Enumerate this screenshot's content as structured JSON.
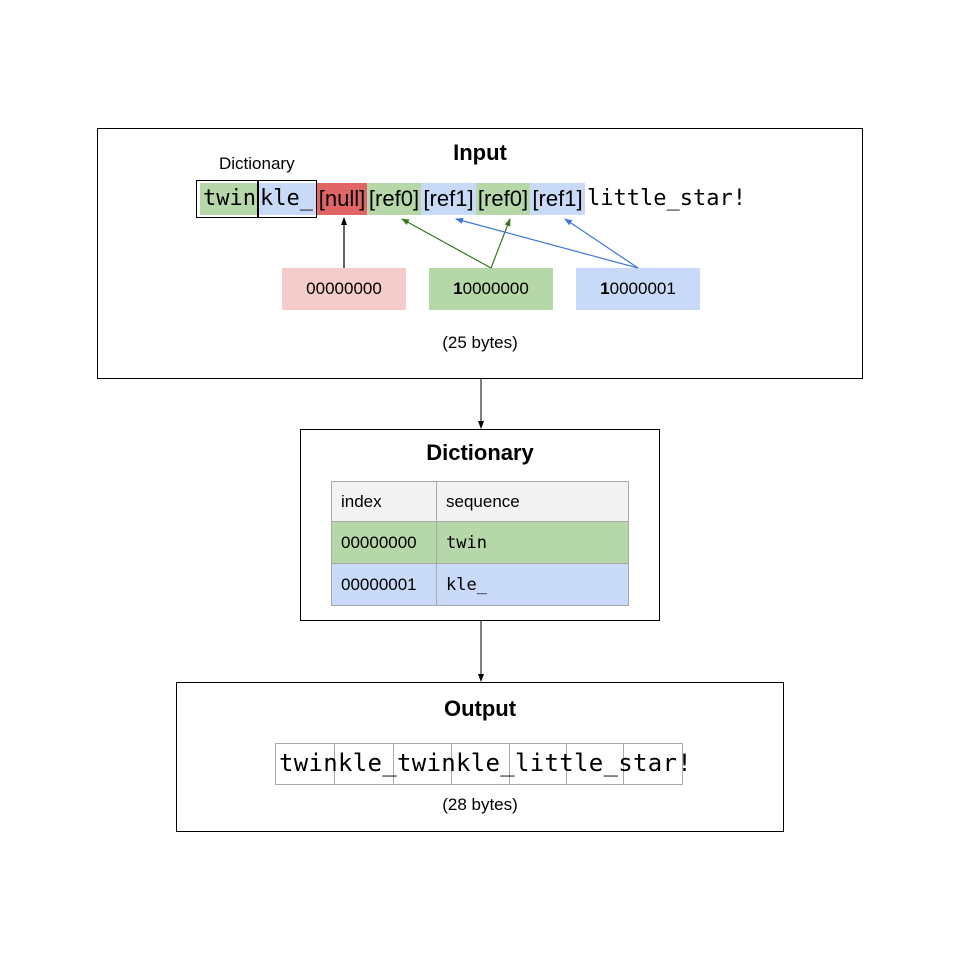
{
  "input": {
    "title": "Input",
    "dictionary_label": "Dictionary",
    "segments": {
      "twin": "twin",
      "kle": "kle_",
      "null": "[null]",
      "ref0_a": "[ref0]",
      "ref1_a": "[ref1]",
      "ref0_b": "[ref0]",
      "ref1_b": "[ref1]",
      "tail": "little_star!"
    },
    "codes": [
      {
        "bold": "",
        "rest": "00000000"
      },
      {
        "bold": "1",
        "rest": "0000000"
      },
      {
        "bold": "1",
        "rest": "0000001"
      }
    ],
    "size": "(25 bytes)"
  },
  "dictionary": {
    "title": "Dictionary",
    "headers": {
      "index": "index",
      "sequence": "sequence"
    },
    "rows": [
      {
        "index": "00000000",
        "sequence": "twin"
      },
      {
        "index": "00000001",
        "sequence": "kle_"
      }
    ]
  },
  "output": {
    "title": "Output",
    "text": "twinkle_twinkle_little_star!",
    "size": "(28 bytes)"
  },
  "colors": {
    "green": "#b6d7a8",
    "blue": "#c9daf8",
    "red": "#e06666",
    "pink": "#f4cccc",
    "header_gray": "#f3f3f3",
    "green_arrow": "#38761d",
    "blue_arrow": "#3c78d8"
  }
}
